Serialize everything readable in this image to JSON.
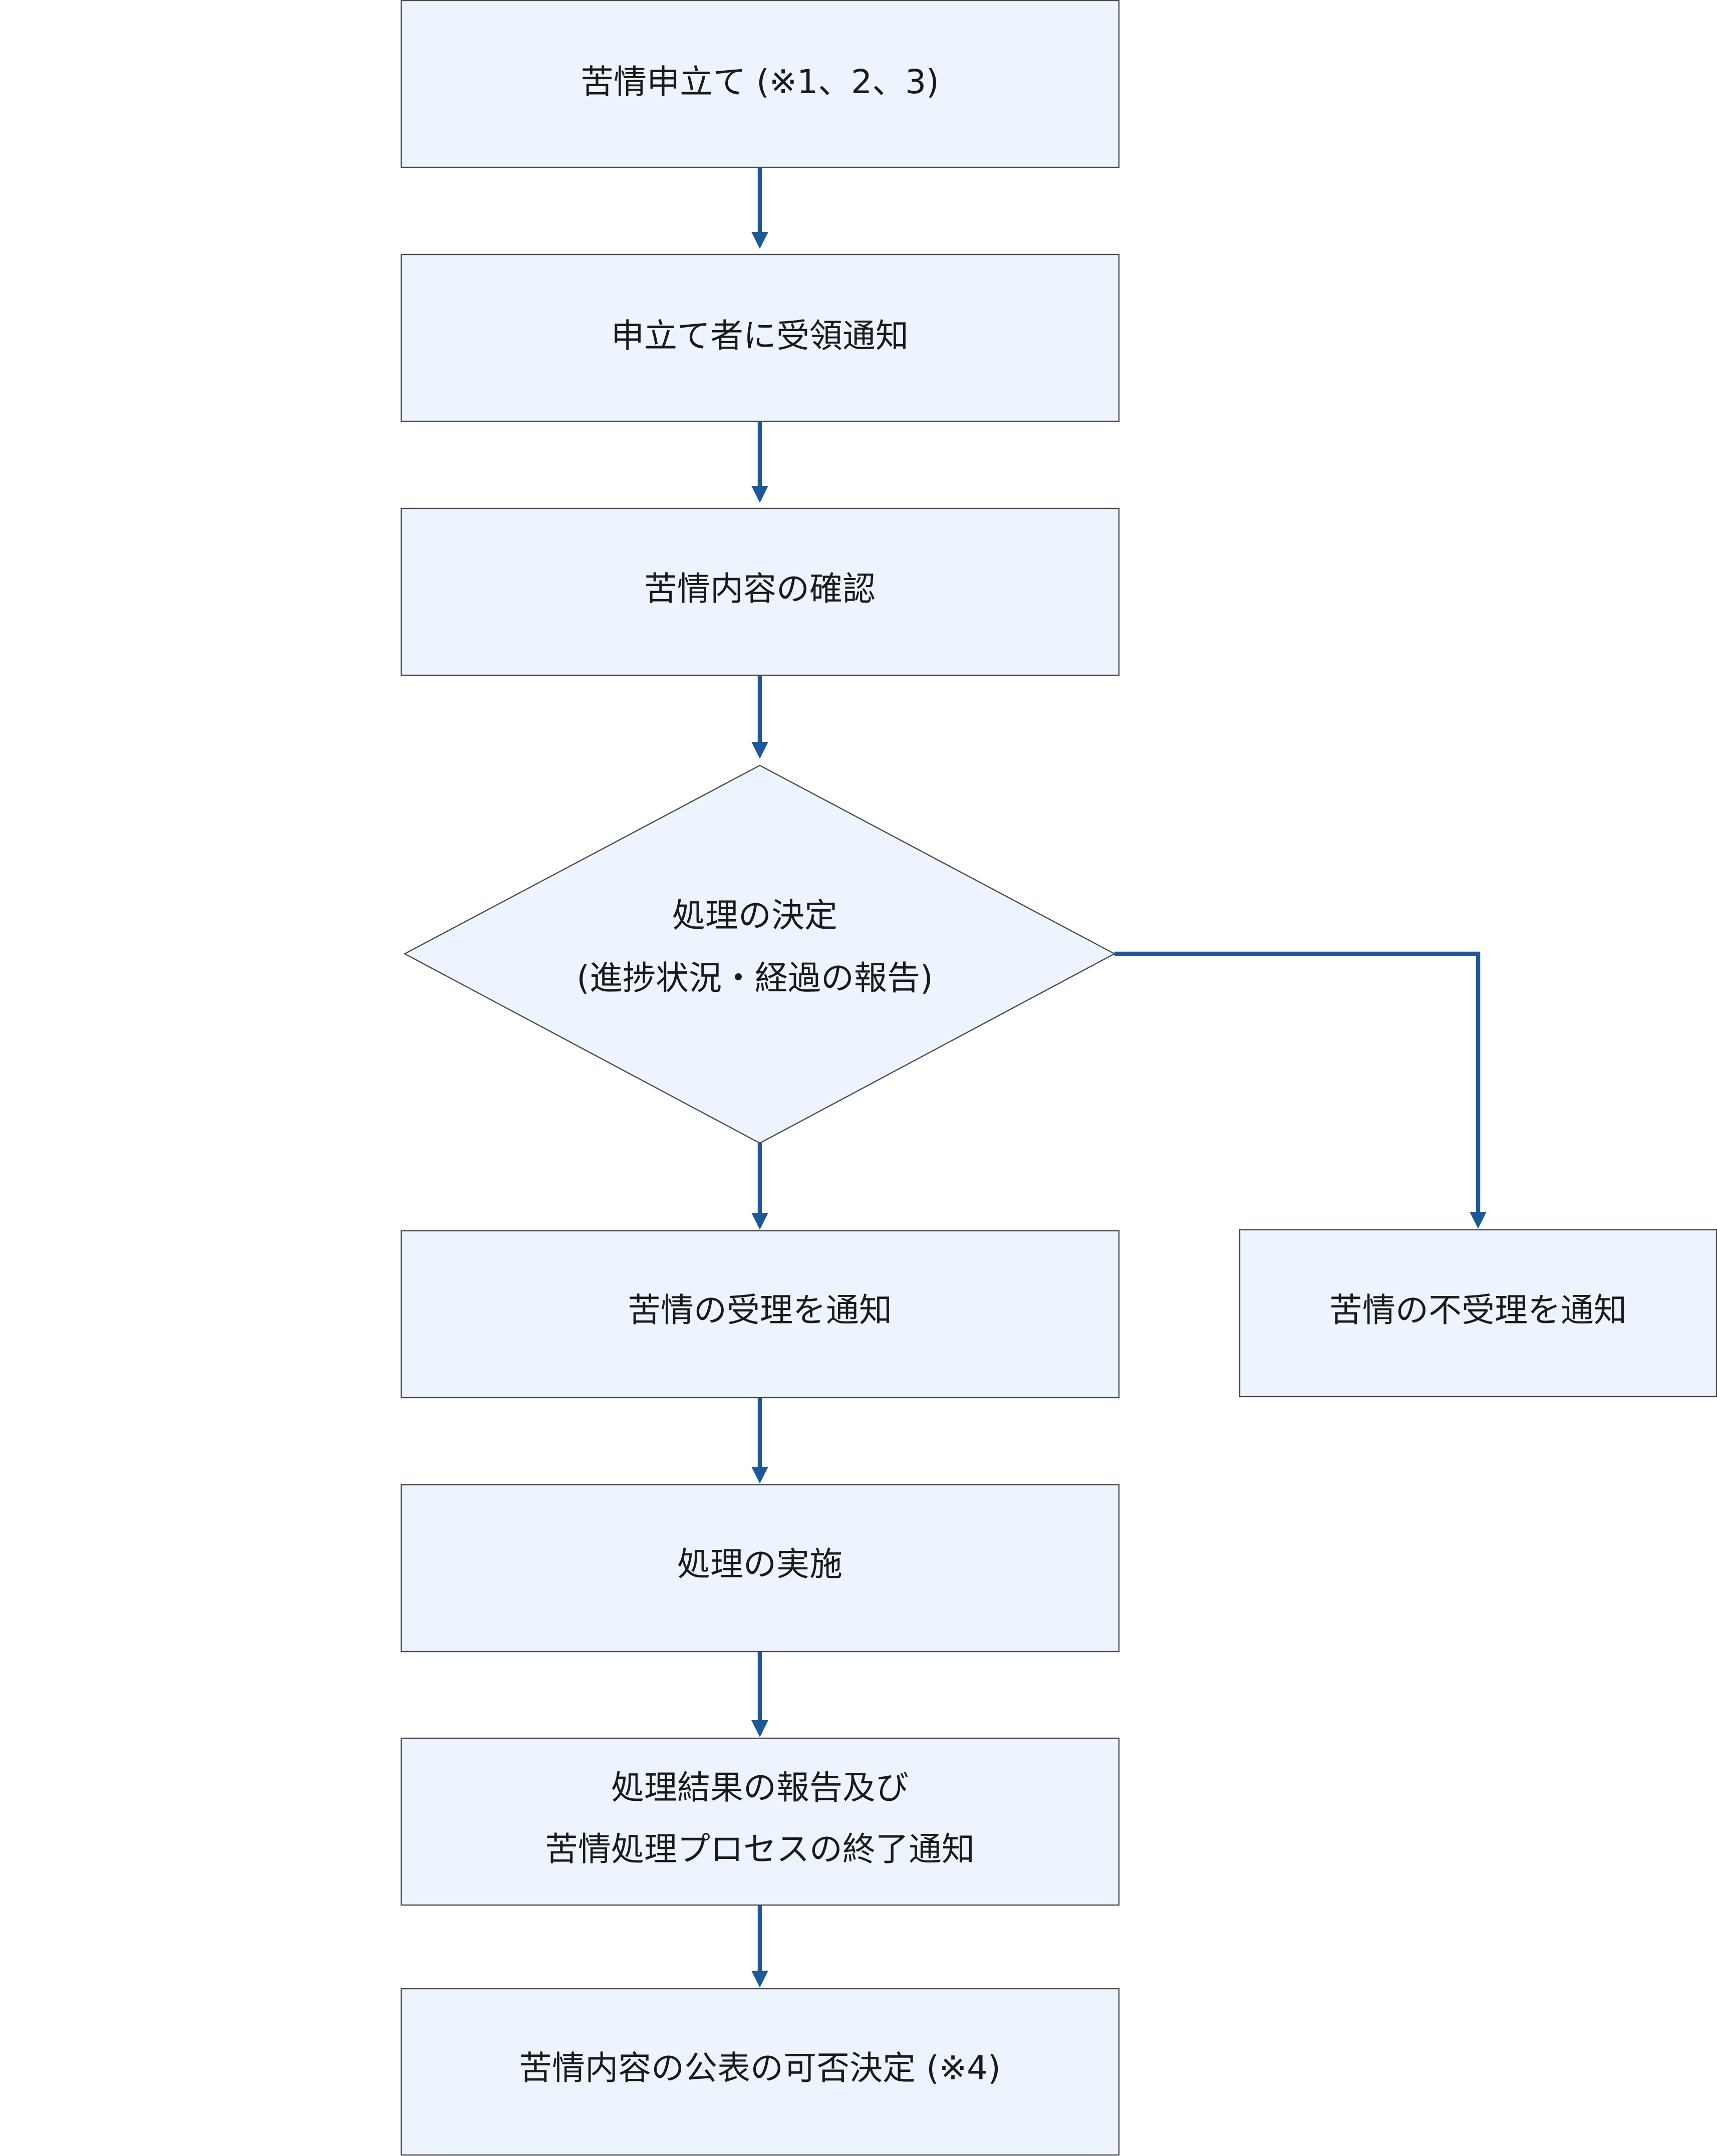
{
  "colors": {
    "box_fill": "#eef4fd",
    "box_stroke": "#4a4a4a",
    "arrow": "#1f5896",
    "text": "#1a1a1a"
  },
  "nodes": {
    "complaint_filing": {
      "lines": [
        "苦情申立て (※1、2、3)"
      ]
    },
    "receipt_notice": {
      "lines": [
        "申立て者に受領通知"
      ]
    },
    "content_check": {
      "lines": [
        "苦情内容の確認"
      ]
    },
    "decision": {
      "lines": [
        "処理の決定",
        "(進捗状況・経過の報告)"
      ]
    },
    "acceptance_notice": {
      "lines": [
        "苦情の受理を通知"
      ]
    },
    "rejection_notice": {
      "lines": [
        "苦情の不受理を通知"
      ]
    },
    "implementation": {
      "lines": [
        "処理の実施"
      ]
    },
    "result_report": {
      "lines": [
        "処理結果の報告及び",
        "苦情処理プロセスの終了通知"
      ]
    },
    "publication_decision": {
      "lines": [
        "苦情内容の公表の可否決定 (※4)"
      ]
    }
  }
}
